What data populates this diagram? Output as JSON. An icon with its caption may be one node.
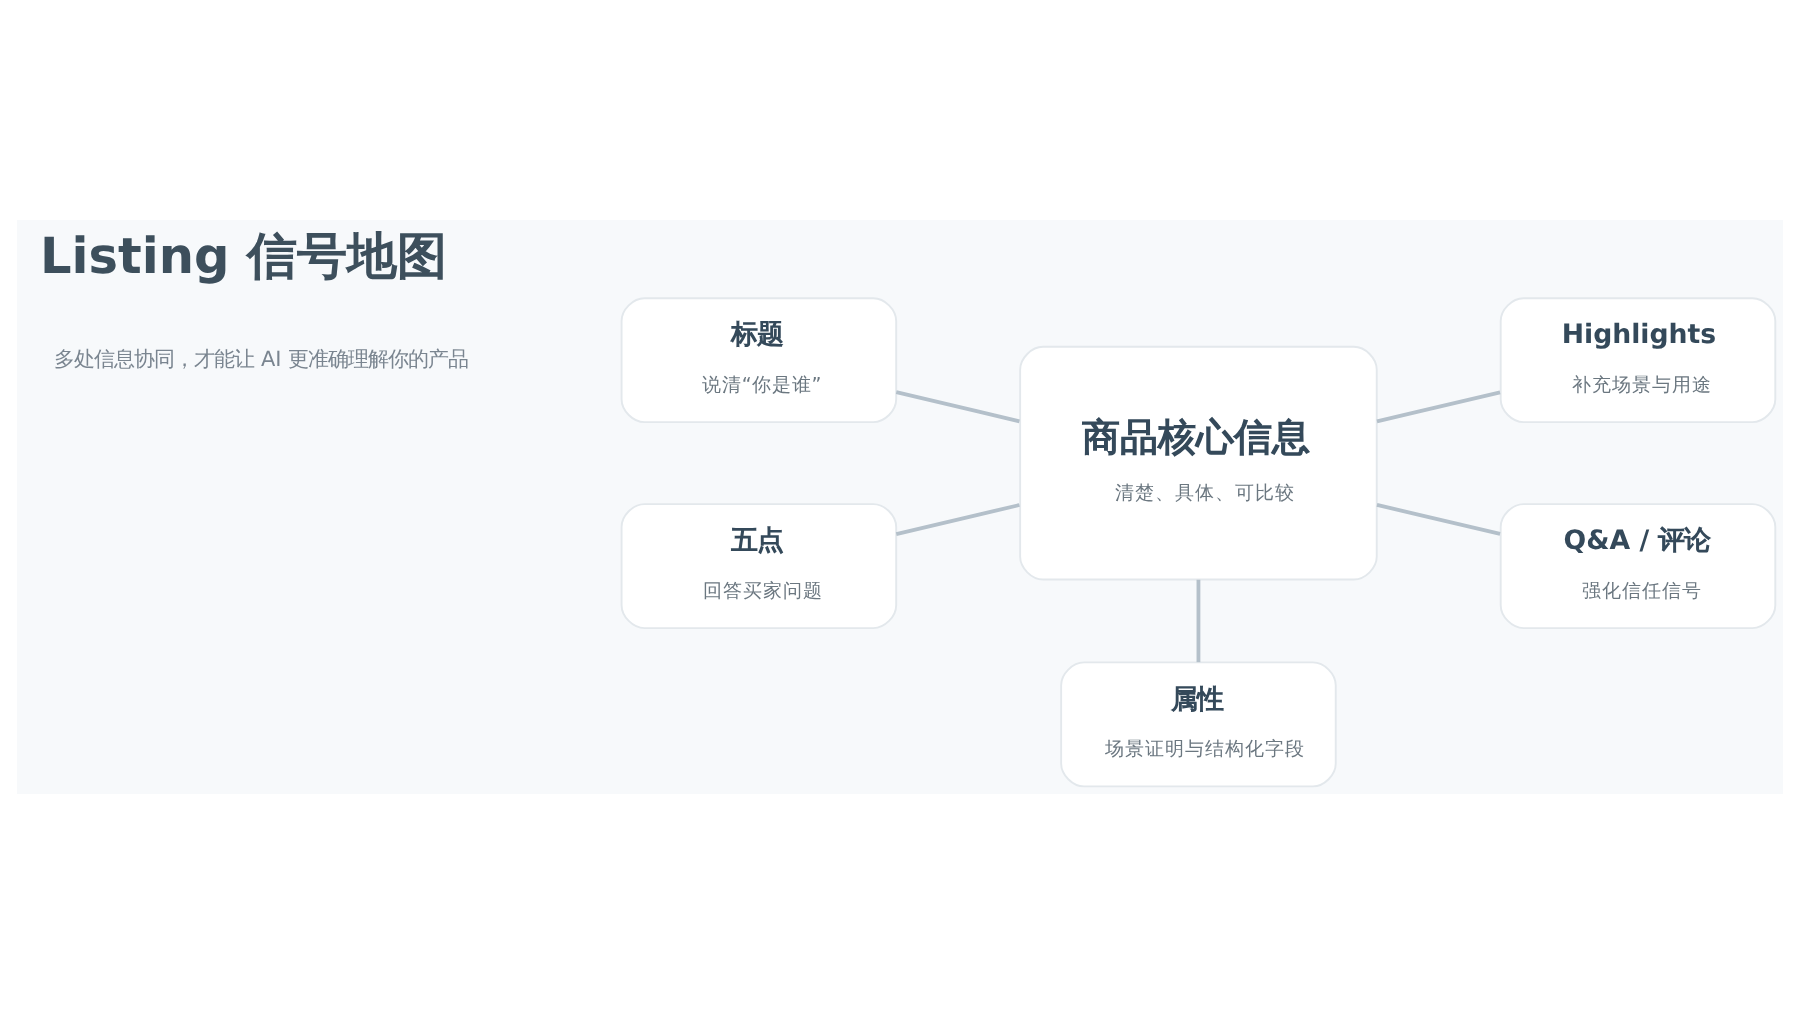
{
  "diagram": {
    "title": "Listing 信号地图",
    "nodes": [
      {
        "text": [
          "标题",
          "说清“你是谁”"
        ]
      },
      {
        "text": [
          "五点",
          "回答买家问题"
        ]
      },
      {
        "text": [
          "商品核心信息",
          "清楚、具体、可比较"
        ]
      },
      {
        "text": [
          "Highlights",
          "补充场景与用途"
        ]
      },
      {
        "text": [
          "Q&A / 评论",
          "强化信任信号"
        ]
      },
      {
        "text": [
          "属性",
          "场景证明与结构化字段"
        ]
      }
    ],
    "edges": [
      {
        "from": 0,
        "to": 2,
        "arrow": "none"
      },
      {
        "from": 1,
        "to": 2,
        "arrow": "none"
      },
      {
        "from": 2,
        "to": 3,
        "arrow": "none"
      },
      {
        "from": 2,
        "to": 4,
        "arrow": "none"
      },
      {
        "from": 2,
        "to": 5,
        "arrow": "none"
      }
    ],
    "labels": [
      "多处信息协同，才能让 AI 更准确理解你的产品"
    ]
  }
}
